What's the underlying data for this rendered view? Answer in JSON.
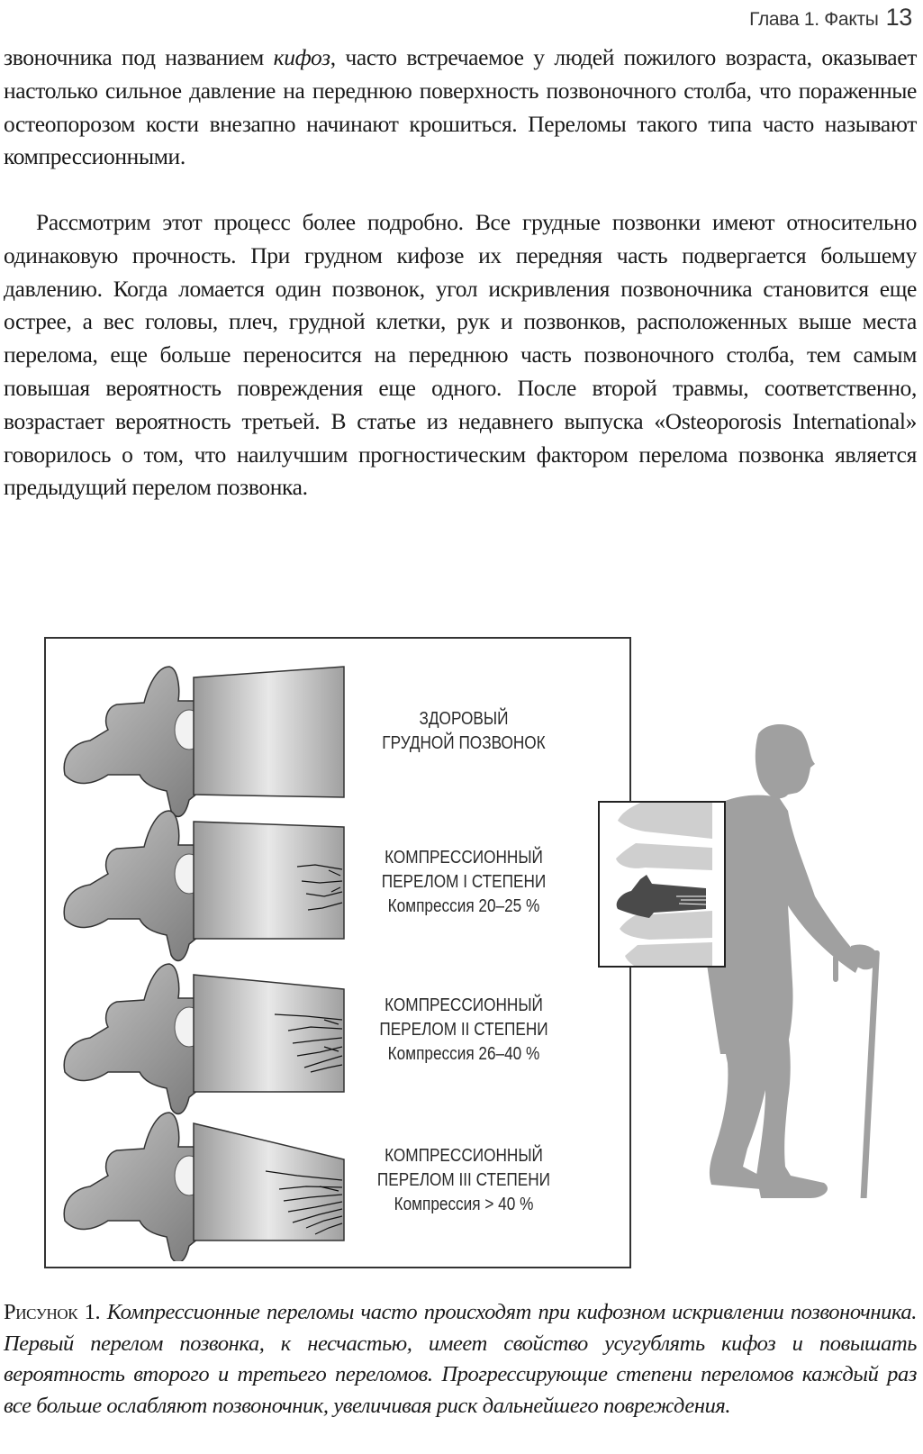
{
  "header": {
    "chapter": "Глава 1. Факты",
    "page_number": "13"
  },
  "paragraphs": {
    "p1_before_italic": "звоночника под названием ",
    "p1_italic": "кифоз",
    "p1_after_italic": ", часто встречаемое у людей пожилого возраста, оказывает настолько сильное давление на переднюю поверхность позвоночного столба, что пораженные остеопорозом кости внезапно начинают крошиться. Переломы такого типа часто называют компрессионными.",
    "p2": "Рассмотрим этот процесс более подробно. Все грудные позвонки имеют относительно одинаковую прочность. При грудном кифозе их передняя часть подвергается большему давлению. Когда ломается один позвонок, угол искривления позвоночника становится еще острее, а вес головы, плеч, грудной клетки, рук и позвонков, расположенных выше места перелома, еще больше переносится на переднюю часть позвоночного столба, тем самым повышая вероятность повреждения еще одного. После второй травмы, соответственно, возрастает вероятность третьей. В статье из недавнего выпуска «Osteoporosis International» говорилось о том, что наилучшим прогностическим фактором перелома позвонка является предыдущий перелом позвонка."
  },
  "figure": {
    "stages": [
      {
        "line1": "ЗДОРОВЫЙ",
        "line2": "ГРУДНОЙ ПОЗВОНОК",
        "line3": ""
      },
      {
        "line1": "КОМПРЕССИОННЫЙ",
        "line2": "ПЕРЕЛОМ I СТЕПЕНИ",
        "line3": "Компрессия 20–25 %"
      },
      {
        "line1": "КОМПРЕССИОННЫЙ",
        "line2": "ПЕРЕЛОМ II СТЕПЕНИ",
        "line3": "Компрессия 26–40 %"
      },
      {
        "line1": "КОМПРЕССИОННЫЙ",
        "line2": "ПЕРЕЛОМ III СТЕПЕНИ",
        "line3": "Компрессия > 40 %"
      }
    ],
    "colors": {
      "bone_light": "#e6e6e6",
      "bone_mid": "#a8a8a8",
      "silhouette": "#a0a0a0",
      "inset_spine": "#cfcfcf",
      "inset_fracture": "#4a4a4a"
    }
  },
  "caption": {
    "label": "Рисунок 1.",
    "text": "Компрессионные переломы часто происходят при кифозном искривлении позвоночника. Первый перелом позвонка, к несчастью, имеет свойство усугублять кифоз и повышать вероятность второго и третьего переломов. Прогрессирующие степени переломов каждый раз все больше ослабляют позвоночник, увеличивая риск дальнейшего повреждения."
  }
}
